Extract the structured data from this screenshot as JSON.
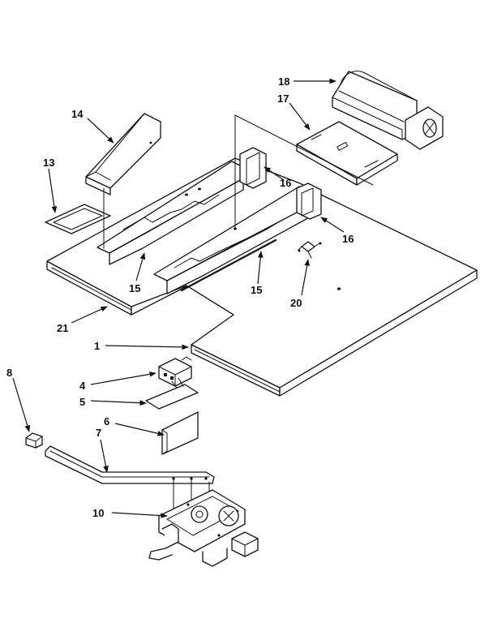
{
  "callouts": [
    {
      "id": "c1",
      "text": "1"
    },
    {
      "id": "c4",
      "text": "4"
    },
    {
      "id": "c5",
      "text": "5"
    },
    {
      "id": "c6",
      "text": "6"
    },
    {
      "id": "c7",
      "text": "7"
    },
    {
      "id": "c8",
      "text": "8"
    },
    {
      "id": "c10",
      "text": "10"
    },
    {
      "id": "c13",
      "text": "13"
    },
    {
      "id": "c14",
      "text": "14"
    },
    {
      "id": "c15a",
      "text": "15"
    },
    {
      "id": "c15b",
      "text": "15"
    },
    {
      "id": "c16a",
      "text": "16"
    },
    {
      "id": "c16b",
      "text": "16"
    },
    {
      "id": "c17",
      "text": "17"
    },
    {
      "id": "c18",
      "text": "18"
    },
    {
      "id": "c20",
      "text": "20"
    },
    {
      "id": "c21",
      "text": "21"
    }
  ]
}
